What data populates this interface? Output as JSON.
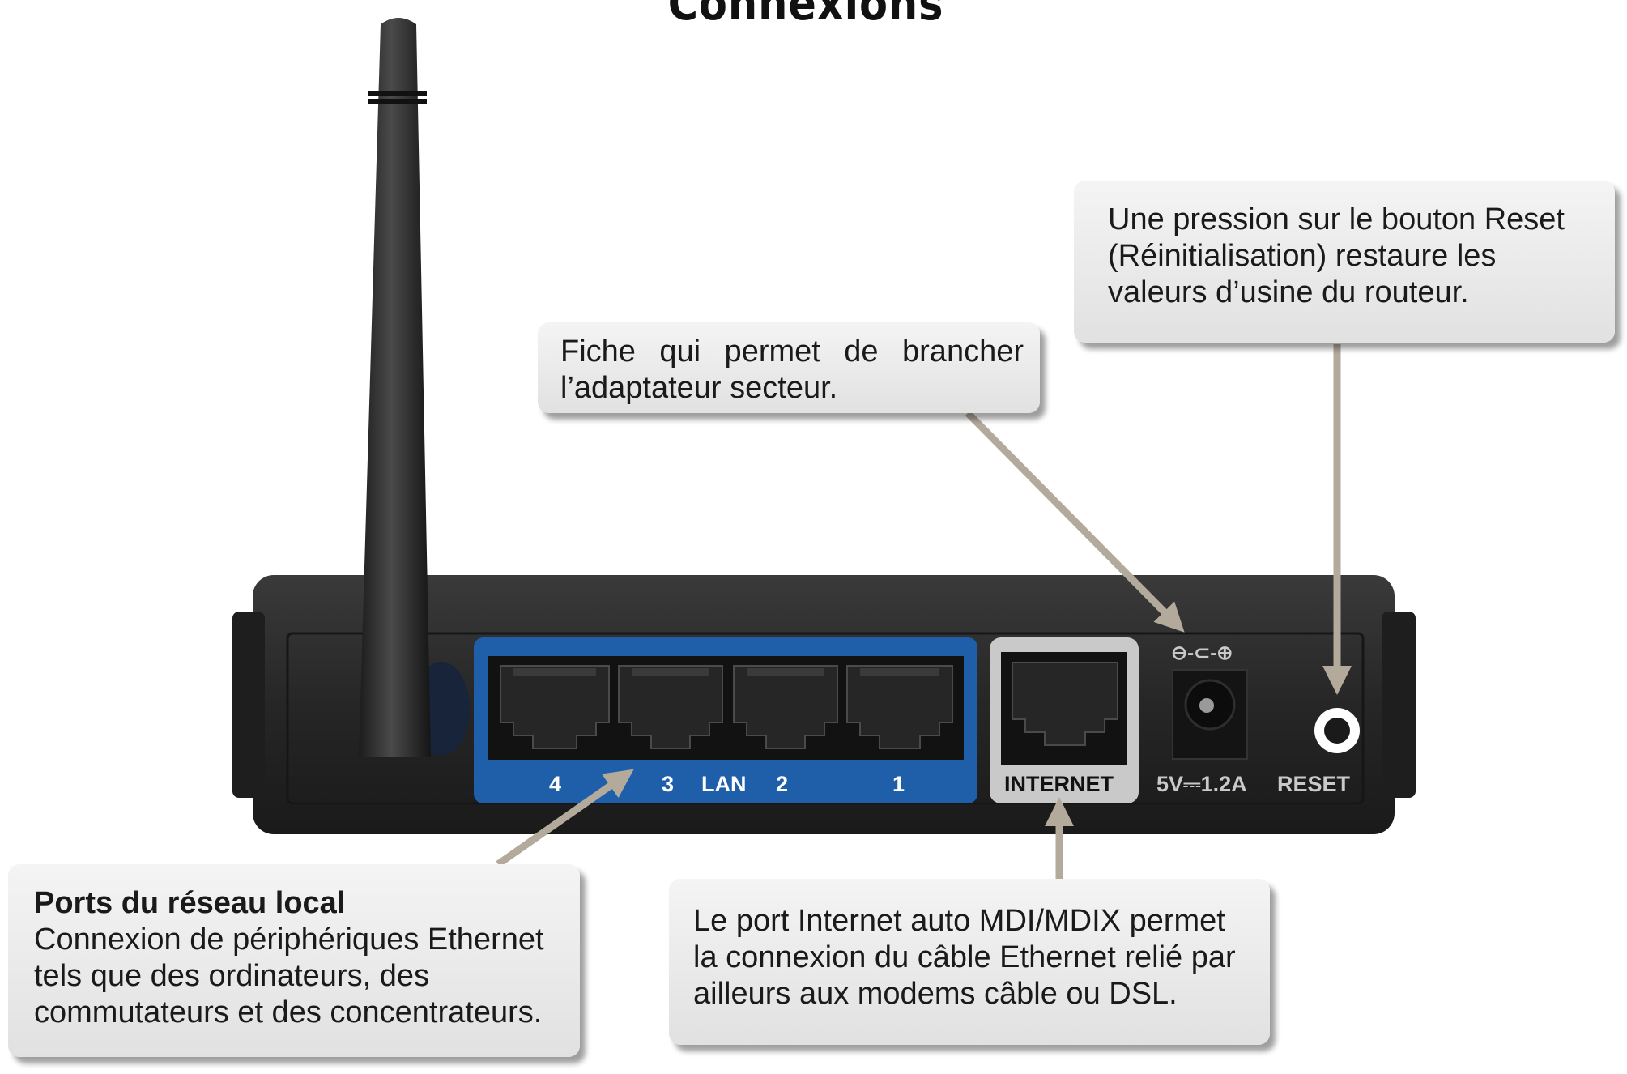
{
  "title": "Connexions",
  "callouts": {
    "reset": "Une pression sur le bouton Reset (Réinitialisation) restaure les valeurs d’usine du routeur.",
    "power": "Fiche qui permet de brancher l’adaptateur secteur.",
    "lan_heading": "Ports du réseau local",
    "lan_body": "Connexion de périphériques Ethernet tels que des ordinateurs, des commutateurs et des concentrateurs.",
    "internet": "Le port Internet auto MDI/MDIX permet la connexion du câble Ethernet relié par ailleurs aux modems câble ou DSL."
  },
  "device_labels": {
    "lan_4": "4",
    "lan_3": "3",
    "lan_name": "LAN",
    "lan_2": "2",
    "lan_1": "1",
    "internet": "INTERNET",
    "power_rating": "5V⎓1.2A",
    "reset": "RESET",
    "polarity": "⊖-⊂-⊕"
  },
  "colors": {
    "router_body": "#262626",
    "lan_panel": "#1f5faa",
    "internet_frame": "#c9c9c9",
    "leader_line": "#b3aa9c",
    "callout_bg": "#e8e8e8"
  },
  "icons": [
    "antenna",
    "rj45-port",
    "power-jack",
    "reset-button"
  ]
}
